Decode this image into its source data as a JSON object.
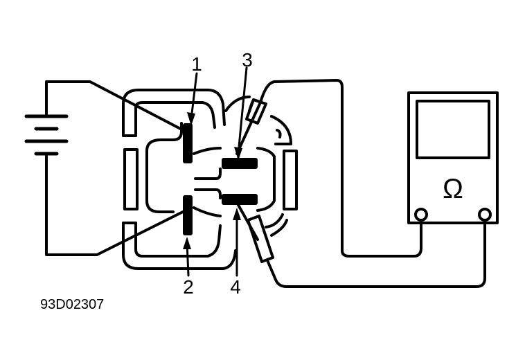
{
  "terminals": {
    "t1": "1",
    "t2": "2",
    "t3": "3",
    "t4": "4"
  },
  "meter": {
    "symbol": "Ω",
    "icon": "ohmmeter-icon"
  },
  "battery": {
    "icon": "battery-icon"
  },
  "figure_code": "93D02307",
  "colors": {
    "ink": "#000000",
    "background": "#ffffff"
  }
}
